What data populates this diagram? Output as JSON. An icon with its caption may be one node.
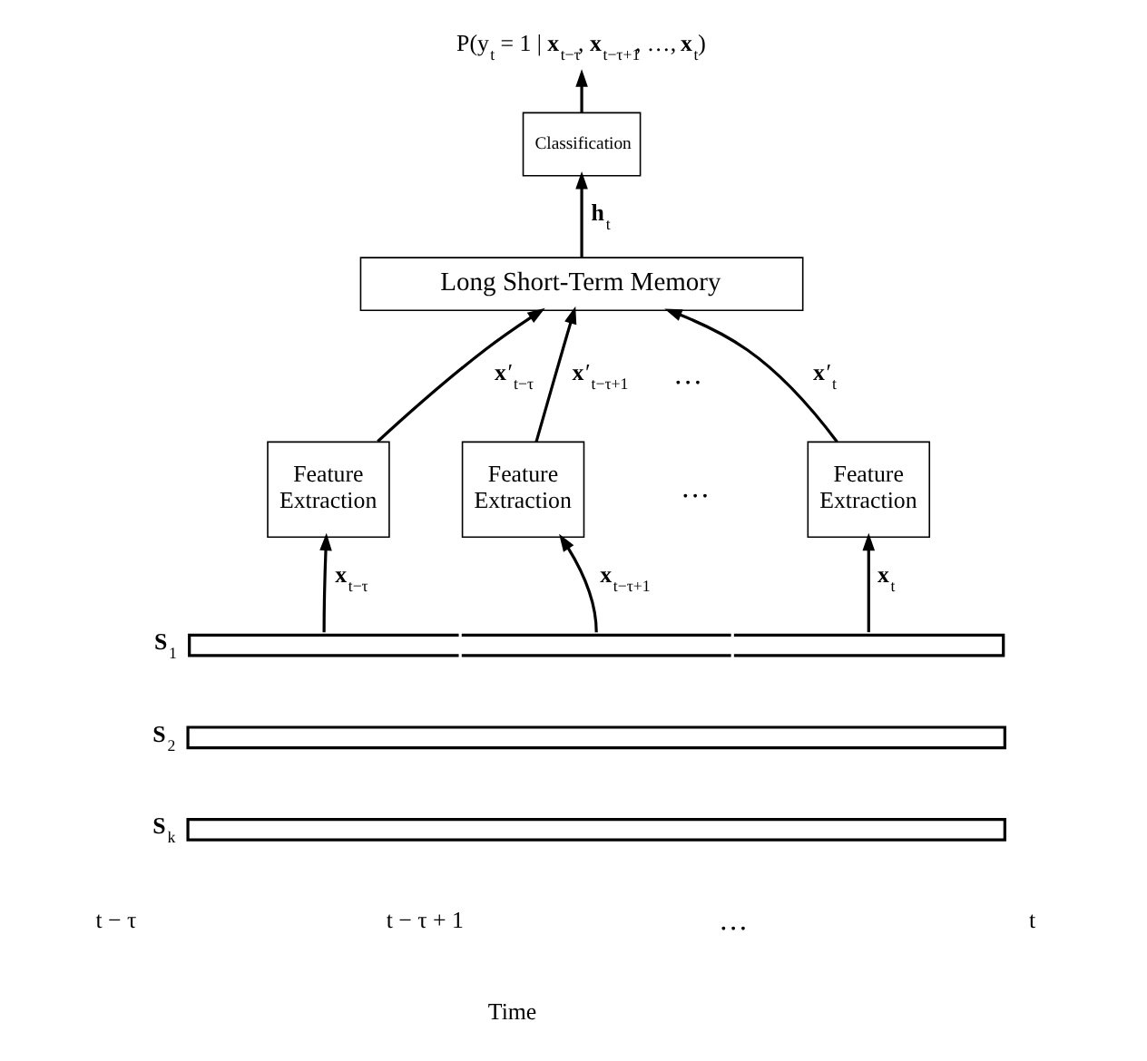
{
  "diagram": {
    "nodes": [
      {
        "text": [
          "P(y$_{t}$ = 1 | **x**$_{t−τ}$, **x**$_{t−τ+1}$, …, **x**$_{t}$)"
        ]
      },
      {
        "text": [
          "Classification"
        ]
      },
      {
        "text": [
          "Long Short-Term Memory"
        ]
      },
      {
        "text": [
          "Feature Extraction"
        ]
      },
      {
        "text": [
          "Feature Extraction"
        ]
      },
      {
        "text": [
          "Feature Extraction"
        ]
      },
      {
        "text": [
          "**S**$_{1}$"
        ]
      },
      {
        "text": [
          "**S**$_{2}$"
        ]
      },
      {
        "text": [
          "**S**$_{k}$"
        ]
      }
    ],
    "edges": [
      {
        "from": 1,
        "to": 0,
        "arrow": "to"
      },
      {
        "from": 2,
        "to": 1,
        "arrow": "to",
        "label": "**h**$_{t}$"
      },
      {
        "from": 3,
        "to": 2,
        "arrow": "to",
        "label": "**x**′$_{t−τ}$"
      },
      {
        "from": 4,
        "to": 2,
        "arrow": "to",
        "label": "**x**′$_{t−τ+1}$"
      },
      {
        "from": 5,
        "to": 2,
        "arrow": "to",
        "label": "**x**′$_{t}$"
      },
      {
        "from": 6,
        "to": 3,
        "arrow": "to",
        "label": "**x**$_{t−τ}$"
      },
      {
        "from": 6,
        "to": 4,
        "arrow": "to",
        "label": "**x**$_{t−τ+1}$"
      },
      {
        "from": 6,
        "to": 5,
        "arrow": "to",
        "label": "**x**$_{t}$"
      }
    ],
    "labels": [
      "…",
      "…",
      "t − τ",
      "t − τ + 1",
      "…",
      "t",
      "Time"
    ]
  }
}
